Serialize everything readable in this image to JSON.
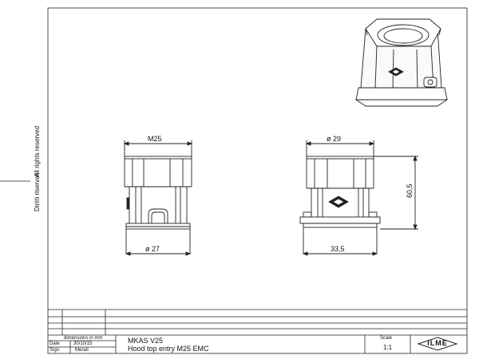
{
  "side_notes": {
    "rights_reserved": "All rights reserved",
    "diritti_riservati": "Diritti riservati"
  },
  "dimensions": {
    "front_top": "M25",
    "front_bottom": "ø 27",
    "side_top": "ø 29",
    "side_bottom": "33,5",
    "side_height": "60,5"
  },
  "title_block": {
    "units_note": "dimensions in mm",
    "date_label": "Date",
    "date_value": "30/10/15",
    "sign_label": "Sign.",
    "sign_value": "Merati",
    "product_code": "MKAS V25",
    "product_description": "Hood top entry M25 EMC",
    "scale_label": "Scale",
    "scale_value": "1:1",
    "logo_text": "ILME"
  }
}
